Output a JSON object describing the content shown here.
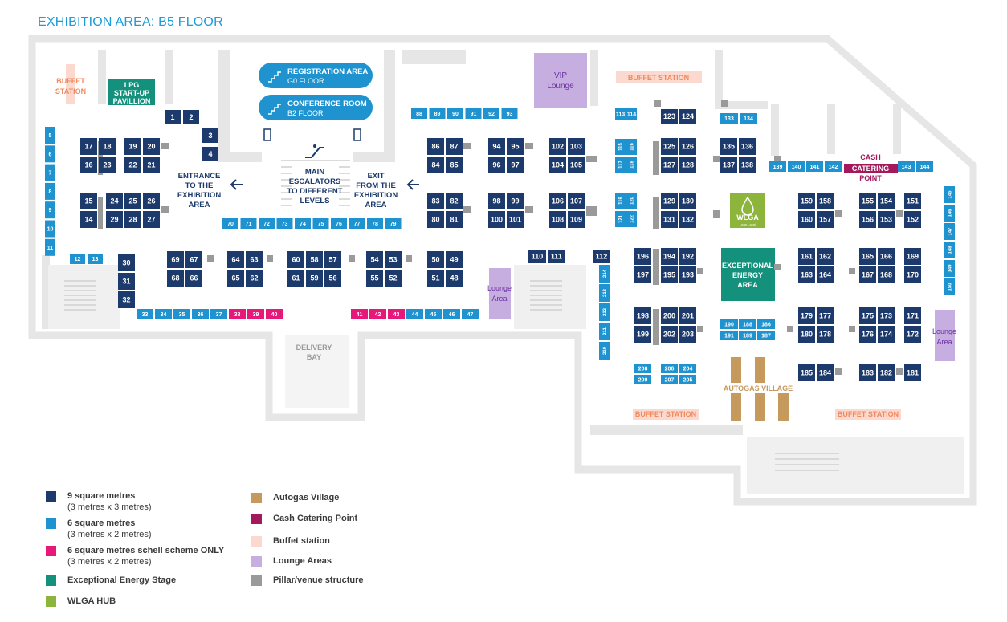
{
  "page_title": "EXHIBITION AREA: B5 FLOOR",
  "colors": {
    "booth9": "#1c3a6b",
    "booth6": "#1f93cf",
    "booth6shell": "#e6197a",
    "energy": "#13917c",
    "wlga": "#8db53c",
    "autogas": "#c69a5c",
    "cash": "#a3195b",
    "buffet": "#fbd9cf",
    "lounge": "#c6aee0",
    "pillar": "#9a9a9a",
    "wall": "#e6e6e6"
  },
  "labels": {
    "buffet_left": [
      "BUFFET",
      "STATION"
    ],
    "lpg": [
      "LPG",
      "START-UP",
      "PAVILLION"
    ],
    "vip": [
      "VIP",
      "Lounge"
    ],
    "buffet_top": "BUFFET STATION",
    "registration": [
      "REGISTRATION AREA",
      "G0 FLOOR"
    ],
    "conference": [
      "CONFERENCE ROOM",
      "B2 FLOOR"
    ],
    "escalators": [
      "MAIN",
      "ESCALATORS",
      "TO DIFFERENT",
      "LEVELS"
    ],
    "entrance": [
      "ENTRANCE",
      "TO THE",
      "EXHIBITION",
      "AREA"
    ],
    "exit": [
      "EXIT",
      "FROM THE",
      "EXHIBITION",
      "AREA"
    ],
    "delivery": [
      "DELIVERY",
      "BAY"
    ],
    "lounge_mid": [
      "Lounge",
      "Area"
    ],
    "lounge_right": [
      "Lounge",
      "Area"
    ],
    "cash": [
      "CASH",
      "CATERING",
      "POINT"
    ],
    "wlga": "WLGA",
    "wlga_sub": "Lean Local",
    "energy": [
      "EXCEPTIONAL",
      "ENERGY",
      "AREA"
    ],
    "autogas": "AUTOGAS VILLAGE",
    "buffet_bottom_left": "BUFFET STATION",
    "buffet_bottom_right": "BUFFET STATION"
  },
  "booths": [
    {
      "n": "1",
      "t": "9"
    },
    {
      "n": "2",
      "t": "9"
    },
    {
      "n": "3",
      "t": "9"
    },
    {
      "n": "4",
      "t": "9"
    },
    {
      "n": "5",
      "t": "6"
    },
    {
      "n": "6",
      "t": "6"
    },
    {
      "n": "7",
      "t": "6"
    },
    {
      "n": "8",
      "t": "6"
    },
    {
      "n": "9",
      "t": "6"
    },
    {
      "n": "10",
      "t": "6"
    },
    {
      "n": "11",
      "t": "6"
    },
    {
      "n": "12",
      "t": "6"
    },
    {
      "n": "13",
      "t": "6"
    },
    {
      "n": "14",
      "t": "9"
    },
    {
      "n": "15",
      "t": "9"
    },
    {
      "n": "16",
      "t": "9"
    },
    {
      "n": "17",
      "t": "9"
    },
    {
      "n": "18",
      "t": "9"
    },
    {
      "n": "19",
      "t": "9"
    },
    {
      "n": "20",
      "t": "9"
    },
    {
      "n": "21",
      "t": "9"
    },
    {
      "n": "22",
      "t": "9"
    },
    {
      "n": "23",
      "t": "9"
    },
    {
      "n": "24",
      "t": "9"
    },
    {
      "n": "25",
      "t": "9"
    },
    {
      "n": "26",
      "t": "9"
    },
    {
      "n": "27",
      "t": "9"
    },
    {
      "n": "28",
      "t": "9"
    },
    {
      "n": "29",
      "t": "9"
    },
    {
      "n": "30",
      "t": "9"
    },
    {
      "n": "31",
      "t": "9"
    },
    {
      "n": "32",
      "t": "9"
    },
    {
      "n": "33",
      "t": "6"
    },
    {
      "n": "34",
      "t": "6"
    },
    {
      "n": "35",
      "t": "6"
    },
    {
      "n": "36",
      "t": "6"
    },
    {
      "n": "37",
      "t": "6"
    },
    {
      "n": "38",
      "t": "s"
    },
    {
      "n": "39",
      "t": "s"
    },
    {
      "n": "40",
      "t": "s"
    },
    {
      "n": "41",
      "t": "s"
    },
    {
      "n": "42",
      "t": "s"
    },
    {
      "n": "43",
      "t": "s"
    },
    {
      "n": "44",
      "t": "6"
    },
    {
      "n": "45",
      "t": "6"
    },
    {
      "n": "46",
      "t": "6"
    },
    {
      "n": "47",
      "t": "6"
    },
    {
      "n": "48",
      "t": "9"
    },
    {
      "n": "49",
      "t": "9"
    },
    {
      "n": "50",
      "t": "9"
    },
    {
      "n": "51",
      "t": "9"
    },
    {
      "n": "52",
      "t": "9"
    },
    {
      "n": "53",
      "t": "9"
    },
    {
      "n": "54",
      "t": "9"
    },
    {
      "n": "55",
      "t": "9"
    },
    {
      "n": "56",
      "t": "9"
    },
    {
      "n": "57",
      "t": "9"
    },
    {
      "n": "58",
      "t": "9"
    },
    {
      "n": "59",
      "t": "9"
    },
    {
      "n": "60",
      "t": "9"
    },
    {
      "n": "61",
      "t": "9"
    },
    {
      "n": "62",
      "t": "9"
    },
    {
      "n": "63",
      "t": "9"
    },
    {
      "n": "64",
      "t": "9"
    },
    {
      "n": "65",
      "t": "9"
    },
    {
      "n": "66",
      "t": "9"
    },
    {
      "n": "67",
      "t": "9"
    },
    {
      "n": "68",
      "t": "9"
    },
    {
      "n": "69",
      "t": "9"
    },
    {
      "n": "70",
      "t": "6"
    },
    {
      "n": "71",
      "t": "6"
    },
    {
      "n": "72",
      "t": "6"
    },
    {
      "n": "73",
      "t": "6"
    },
    {
      "n": "74",
      "t": "6"
    },
    {
      "n": "75",
      "t": "6"
    },
    {
      "n": "76",
      "t": "6"
    },
    {
      "n": "77",
      "t": "6"
    },
    {
      "n": "78",
      "t": "6"
    },
    {
      "n": "79",
      "t": "6"
    },
    {
      "n": "80",
      "t": "9"
    },
    {
      "n": "81",
      "t": "9"
    },
    {
      "n": "82",
      "t": "9"
    },
    {
      "n": "83",
      "t": "9"
    },
    {
      "n": "84",
      "t": "9"
    },
    {
      "n": "85",
      "t": "9"
    },
    {
      "n": "86",
      "t": "9"
    },
    {
      "n": "87",
      "t": "9"
    },
    {
      "n": "88",
      "t": "6"
    },
    {
      "n": "89",
      "t": "6"
    },
    {
      "n": "90",
      "t": "6"
    },
    {
      "n": "91",
      "t": "6"
    },
    {
      "n": "92",
      "t": "6"
    },
    {
      "n": "93",
      "t": "6"
    },
    {
      "n": "94",
      "t": "9"
    },
    {
      "n": "95",
      "t": "9"
    },
    {
      "n": "96",
      "t": "9"
    },
    {
      "n": "97",
      "t": "9"
    },
    {
      "n": "98",
      "t": "9"
    },
    {
      "n": "99",
      "t": "9"
    },
    {
      "n": "100",
      "t": "9"
    },
    {
      "n": "101",
      "t": "9"
    },
    {
      "n": "102",
      "t": "9"
    },
    {
      "n": "103",
      "t": "9"
    },
    {
      "n": "104",
      "t": "9"
    },
    {
      "n": "105",
      "t": "9"
    },
    {
      "n": "106",
      "t": "9"
    },
    {
      "n": "107",
      "t": "9"
    },
    {
      "n": "108",
      "t": "9"
    },
    {
      "n": "109",
      "t": "9"
    },
    {
      "n": "110",
      "t": "9"
    },
    {
      "n": "111",
      "t": "9"
    },
    {
      "n": "112",
      "t": "9"
    },
    {
      "n": "113",
      "t": "6"
    },
    {
      "n": "114",
      "t": "6"
    },
    {
      "n": "115",
      "t": "6"
    },
    {
      "n": "116",
      "t": "6"
    },
    {
      "n": "117",
      "t": "6"
    },
    {
      "n": "118",
      "t": "6"
    },
    {
      "n": "119",
      "t": "6"
    },
    {
      "n": "120",
      "t": "6"
    },
    {
      "n": "121",
      "t": "6"
    },
    {
      "n": "122",
      "t": "6"
    },
    {
      "n": "123",
      "t": "9"
    },
    {
      "n": "124",
      "t": "9"
    },
    {
      "n": "125",
      "t": "9"
    },
    {
      "n": "126",
      "t": "9"
    },
    {
      "n": "127",
      "t": "9"
    },
    {
      "n": "128",
      "t": "9"
    },
    {
      "n": "129",
      "t": "9"
    },
    {
      "n": "130",
      "t": "9"
    },
    {
      "n": "131",
      "t": "9"
    },
    {
      "n": "132",
      "t": "9"
    },
    {
      "n": "133",
      "t": "6"
    },
    {
      "n": "134",
      "t": "6"
    },
    {
      "n": "135",
      "t": "9"
    },
    {
      "n": "136",
      "t": "9"
    },
    {
      "n": "137",
      "t": "9"
    },
    {
      "n": "138",
      "t": "9"
    },
    {
      "n": "139",
      "t": "6"
    },
    {
      "n": "140",
      "t": "6"
    },
    {
      "n": "141",
      "t": "6"
    },
    {
      "n": "142",
      "t": "6"
    },
    {
      "n": "143",
      "t": "6"
    },
    {
      "n": "144",
      "t": "6"
    },
    {
      "n": "145",
      "t": "6"
    },
    {
      "n": "146",
      "t": "6"
    },
    {
      "n": "147",
      "t": "6"
    },
    {
      "n": "148",
      "t": "6"
    },
    {
      "n": "149",
      "t": "6"
    },
    {
      "n": "150",
      "t": "6"
    },
    {
      "n": "151",
      "t": "9"
    },
    {
      "n": "152",
      "t": "9"
    },
    {
      "n": "153",
      "t": "9"
    },
    {
      "n": "154",
      "t": "9"
    },
    {
      "n": "155",
      "t": "9"
    },
    {
      "n": "156",
      "t": "9"
    },
    {
      "n": "157",
      "t": "9"
    },
    {
      "n": "158",
      "t": "9"
    },
    {
      "n": "159",
      "t": "9"
    },
    {
      "n": "160",
      "t": "9"
    },
    {
      "n": "161",
      "t": "9"
    },
    {
      "n": "162",
      "t": "9"
    },
    {
      "n": "163",
      "t": "9"
    },
    {
      "n": "164",
      "t": "9"
    },
    {
      "n": "165",
      "t": "9"
    },
    {
      "n": "166",
      "t": "9"
    },
    {
      "n": "167",
      "t": "9"
    },
    {
      "n": "168",
      "t": "9"
    },
    {
      "n": "169",
      "t": "9"
    },
    {
      "n": "170",
      "t": "9"
    },
    {
      "n": "171",
      "t": "9"
    },
    {
      "n": "172",
      "t": "9"
    },
    {
      "n": "173",
      "t": "9"
    },
    {
      "n": "174",
      "t": "9"
    },
    {
      "n": "175",
      "t": "9"
    },
    {
      "n": "176",
      "t": "9"
    },
    {
      "n": "177",
      "t": "9"
    },
    {
      "n": "178",
      "t": "9"
    },
    {
      "n": "179",
      "t": "9"
    },
    {
      "n": "180",
      "t": "9"
    },
    {
      "n": "181",
      "t": "9"
    },
    {
      "n": "182",
      "t": "9"
    },
    {
      "n": "183",
      "t": "9"
    },
    {
      "n": "184",
      "t": "9"
    },
    {
      "n": "185",
      "t": "9"
    },
    {
      "n": "186",
      "t": "6"
    },
    {
      "n": "187",
      "t": "6"
    },
    {
      "n": "188",
      "t": "6"
    },
    {
      "n": "189",
      "t": "6"
    },
    {
      "n": "190",
      "t": "6"
    },
    {
      "n": "191",
      "t": "6"
    },
    {
      "n": "192",
      "t": "9"
    },
    {
      "n": "193",
      "t": "9"
    },
    {
      "n": "194",
      "t": "9"
    },
    {
      "n": "195",
      "t": "9"
    },
    {
      "n": "196",
      "t": "9"
    },
    {
      "n": "197",
      "t": "9"
    },
    {
      "n": "198",
      "t": "9"
    },
    {
      "n": "199",
      "t": "9"
    },
    {
      "n": "200",
      "t": "9"
    },
    {
      "n": "201",
      "t": "9"
    },
    {
      "n": "202",
      "t": "9"
    },
    {
      "n": "203",
      "t": "9"
    },
    {
      "n": "204",
      "t": "6"
    },
    {
      "n": "205",
      "t": "6"
    },
    {
      "n": "206",
      "t": "6"
    },
    {
      "n": "207",
      "t": "6"
    },
    {
      "n": "208",
      "t": "6"
    },
    {
      "n": "209",
      "t": "6"
    },
    {
      "n": "210",
      "t": "6"
    },
    {
      "n": "211",
      "t": "6"
    },
    {
      "n": "212",
      "t": "6"
    },
    {
      "n": "213",
      "t": "6"
    },
    {
      "n": "214",
      "t": "6"
    }
  ],
  "legend": [
    {
      "key": "booth9",
      "title": "9 square metres",
      "sub": "(3 metres x 3 metres)"
    },
    {
      "key": "booth6",
      "title": "6 square metres",
      "sub": "(3 metres x 2 metres)"
    },
    {
      "key": "booth6shell",
      "title": "6 square metres schell scheme ONLY",
      "sub": "(3 metres x 2 metres)"
    },
    {
      "key": "energy",
      "title": "Exceptional Energy Stage",
      "sub": ""
    },
    {
      "key": "wlga",
      "title": "WLGA HUB",
      "sub": ""
    },
    {
      "key": "autogas",
      "title": "Autogas Village",
      "sub": ""
    },
    {
      "key": "cash",
      "title": "Cash Catering Point",
      "sub": ""
    },
    {
      "key": "buffet",
      "title": "Buffet station",
      "sub": ""
    },
    {
      "key": "lounge",
      "title": "Lounge Areas",
      "sub": ""
    },
    {
      "key": "pillar",
      "title": "Pillar/venue structure",
      "sub": ""
    }
  ]
}
